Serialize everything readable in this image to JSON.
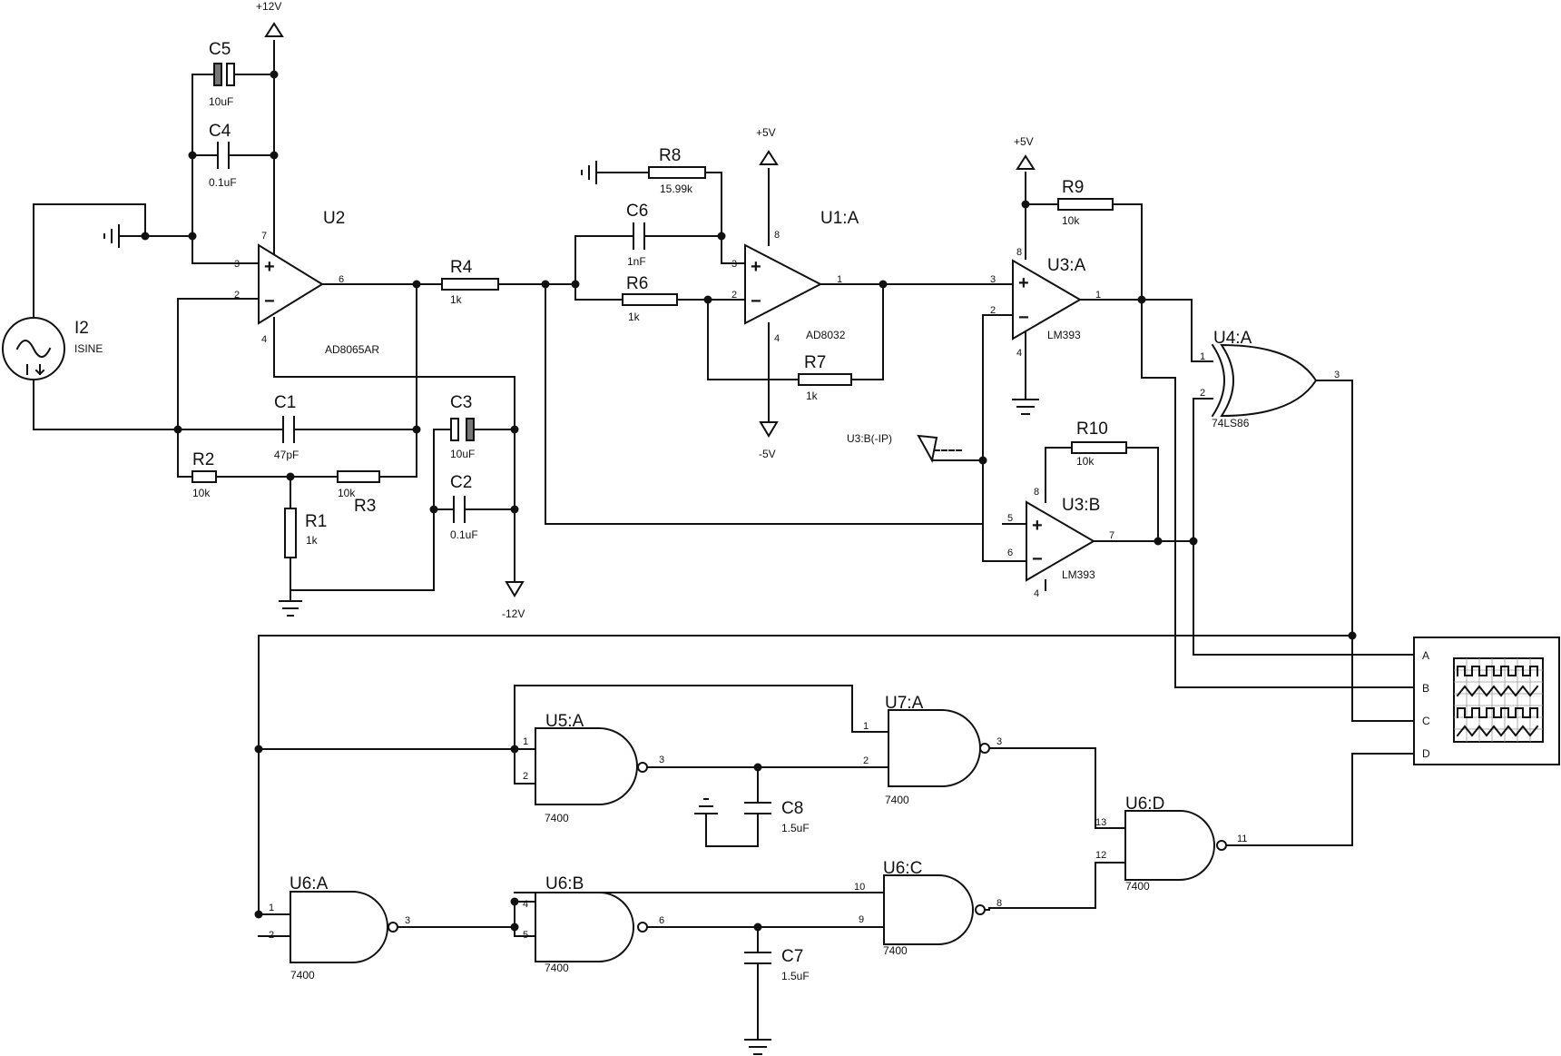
{
  "components": {
    "I2": {
      "ref": "I2",
      "value": "ISINE"
    },
    "C5": {
      "ref": "C5",
      "value": "10uF"
    },
    "C4": {
      "ref": "C4",
      "value": "0.1uF"
    },
    "C1": {
      "ref": "C1",
      "value": "47pF"
    },
    "C3": {
      "ref": "C3",
      "value": "10uF"
    },
    "C2": {
      "ref": "C2",
      "value": "0.1uF"
    },
    "C6": {
      "ref": "C6",
      "value": "1nF"
    },
    "C7": {
      "ref": "C7",
      "value": "1.5uF"
    },
    "C8": {
      "ref": "C8",
      "value": "1.5uF"
    },
    "R1": {
      "ref": "R1",
      "value": "1k"
    },
    "R2": {
      "ref": "R2",
      "value": "10k"
    },
    "R3": {
      "ref": "R3",
      "value": "10k"
    },
    "R4": {
      "ref": "R4",
      "value": "1k"
    },
    "R6": {
      "ref": "R6",
      "value": "1k"
    },
    "R7": {
      "ref": "R7",
      "value": "1k"
    },
    "R8": {
      "ref": "R8",
      "value": "15.99k"
    },
    "R9": {
      "ref": "R9",
      "value": "10k"
    },
    "R10": {
      "ref": "R10",
      "value": "10k"
    },
    "U2": {
      "ref": "U2",
      "part": "AD8065AR"
    },
    "U1A": {
      "ref": "U1:A",
      "part": "AD8032"
    },
    "U3A": {
      "ref": "U3:A",
      "part": "LM393"
    },
    "U3B": {
      "ref": "U3:B",
      "part": "LM393"
    },
    "U4A": {
      "ref": "U4:A",
      "part": "74LS86"
    },
    "U5A": {
      "ref": "U5:A",
      "part": "7400"
    },
    "U6A": {
      "ref": "U6:A",
      "part": "7400"
    },
    "U6B": {
      "ref": "U6:B",
      "part": "7400"
    },
    "U6C": {
      "ref": "U6:C",
      "part": "7400"
    },
    "U6D": {
      "ref": "U6:D",
      "part": "7400"
    },
    "U7A": {
      "ref": "U7:A",
      "part": "7400"
    }
  },
  "rails": {
    "p12": "+12V",
    "m12": "-12V",
    "p5a": "+5V",
    "m5": "-5V",
    "p5b": "+5V"
  },
  "probe": {
    "label": "U3:B(-IP)"
  },
  "scope": {
    "channels": [
      "A",
      "B",
      "C",
      "D"
    ]
  },
  "pins": {
    "u2_in_p": "3",
    "u2_in_m": "2",
    "u2_out": "6",
    "u2_vp": "7",
    "u2_vm": "4",
    "u1_in_p": "3",
    "u1_in_m": "2",
    "u1_out": "1",
    "u1_vp": "8",
    "u1_vm": "4",
    "u3a_in_p": "3",
    "u3a_in_m": "2",
    "u3a_out": "1",
    "u3a_vp": "8",
    "u3a_vm": "4",
    "u3b_in_p": "5",
    "u3b_in_m": "6",
    "u3b_out": "7",
    "u3b_vp": "8",
    "u3b_vm": "4",
    "u4_in1": "1",
    "u4_in2": "2",
    "u4_out": "3",
    "u5_in1": "1",
    "u5_in2": "2",
    "u5_out": "3",
    "u7_in1": "1",
    "u7_in2": "2",
    "u7_out": "3",
    "u6a_in1": "1",
    "u6a_in2": "2",
    "u6a_out": "3",
    "u6b_in1": "4",
    "u6b_in2": "5",
    "u6b_out": "6",
    "u6c_in1": "10",
    "u6c_in2": "9",
    "u6c_out": "8",
    "u6d_in1": "13",
    "u6d_in2": "12",
    "u6d_out": "11"
  },
  "opamp_signs": {
    "plus": "+",
    "minus": "−"
  }
}
